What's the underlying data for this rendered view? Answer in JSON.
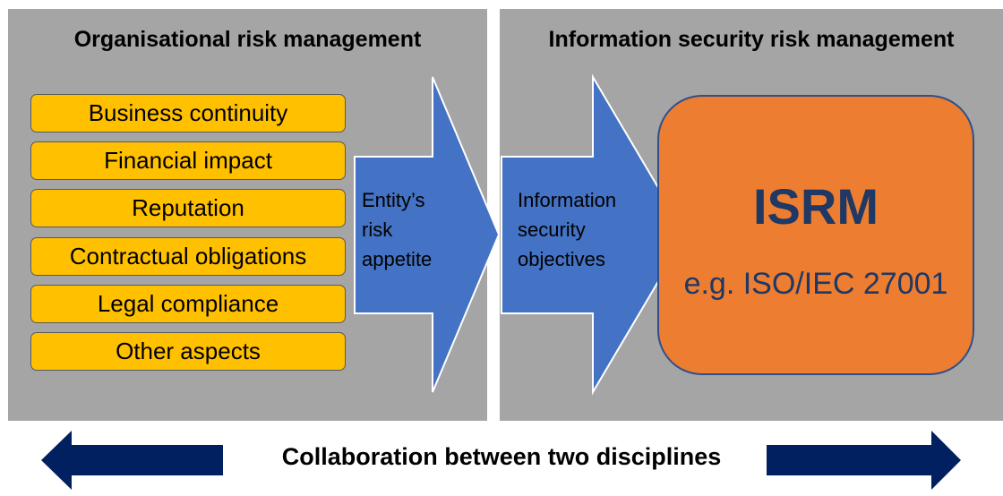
{
  "left_panel": {
    "title": "Organisational risk management",
    "items": [
      "Business continuity",
      "Financial impact",
      "Reputation",
      "Contractual obligations",
      "Legal compliance",
      "Other aspects"
    ]
  },
  "right_panel": {
    "title": "Information security risk management"
  },
  "arrows": {
    "appetite_label": "Entity’s\nrisk\nappetite",
    "objectives_label": "Information\nsecurity\nobjectives"
  },
  "isrm": {
    "title": "ISRM",
    "subtitle": "e.g. ISO/IEC 27001"
  },
  "footer": {
    "label": "Collaboration between two disciplines"
  },
  "colors": {
    "panel": "#a5a5a5",
    "risk_box": "#ffc000",
    "arrow": "#4472c4",
    "isrm_box": "#ed7d31",
    "dark_navy": "#002060"
  }
}
